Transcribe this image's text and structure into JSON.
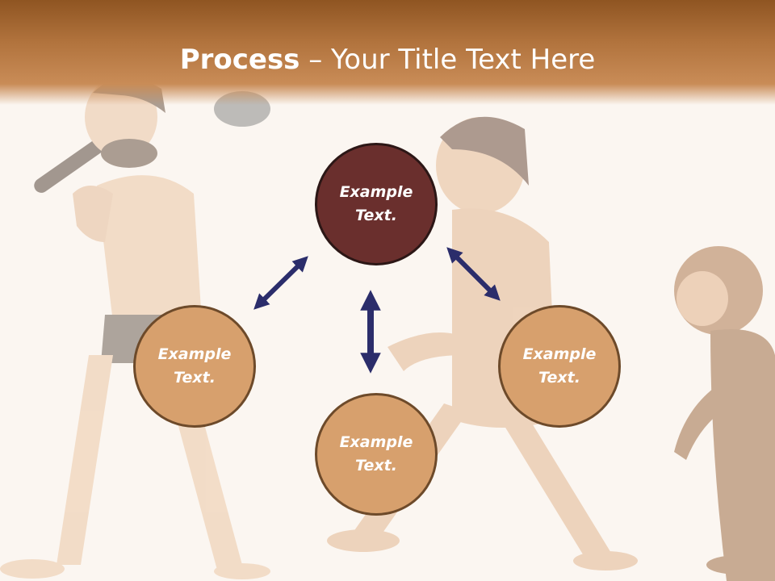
{
  "slide": {
    "title_bold": "Process",
    "title_rest": " – Your Title Text Here"
  },
  "circles": {
    "top": {
      "line1": "Example",
      "line2": "Text."
    },
    "left": {
      "line1": "Example",
      "line2": "Text."
    },
    "right": {
      "line1": "Example",
      "line2": "Text."
    },
    "bottom": {
      "line1": "Example",
      "line2": "Text."
    }
  },
  "colors": {
    "header": "#a86a35",
    "circle_dark": "#6a2f2d",
    "circle_light": "#d7a06d",
    "arrow": "#2b2d6b"
  }
}
